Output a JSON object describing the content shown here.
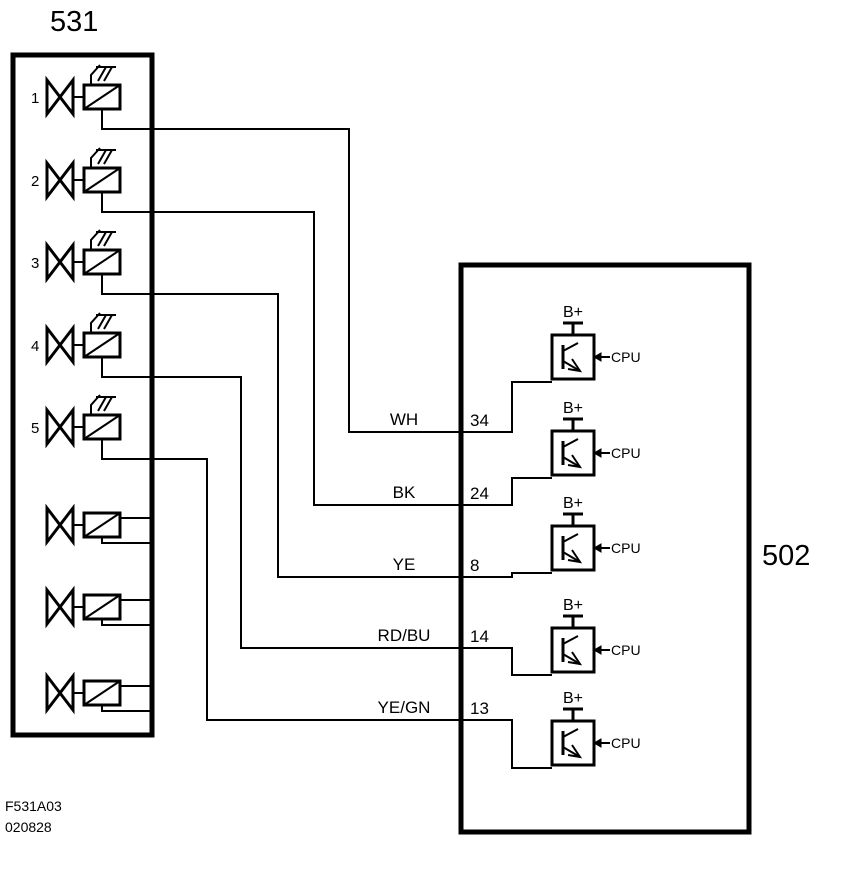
{
  "left_unit": {
    "label": "531"
  },
  "right_unit": {
    "label": "502"
  },
  "valves": [
    {
      "number": "1"
    },
    {
      "number": "2"
    },
    {
      "number": "3"
    },
    {
      "number": "4"
    },
    {
      "number": "5"
    }
  ],
  "extra_valves": 3,
  "connections": [
    {
      "color": "WH",
      "pin": "34",
      "supply": "B+",
      "control": "CPU"
    },
    {
      "color": "BK",
      "pin": "24",
      "supply": "B+",
      "control": "CPU"
    },
    {
      "color": "YE",
      "pin": "8",
      "supply": "B+",
      "control": "CPU"
    },
    {
      "color": "RD/BU",
      "pin": "14",
      "supply": "B+",
      "control": "CPU"
    },
    {
      "color": "YE/GN",
      "pin": "13",
      "supply": "B+",
      "control": "CPU"
    }
  ],
  "footer": {
    "code": "F531A03",
    "date": "020828"
  }
}
